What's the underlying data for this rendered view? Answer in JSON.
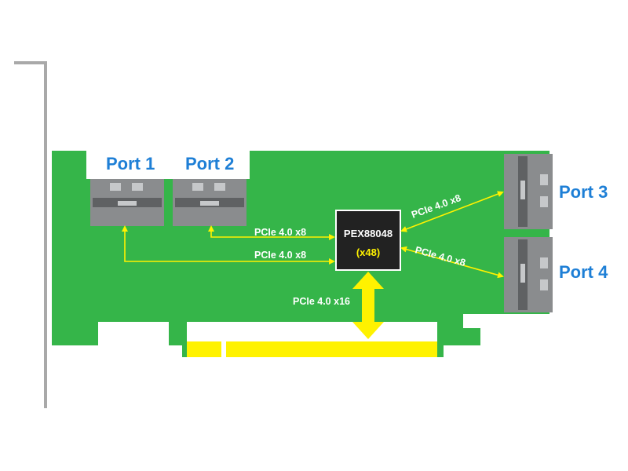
{
  "colors": {
    "pcb": "#35b549",
    "pcb_edge": "#2ea33f",
    "bracket": "#a9a9a9",
    "gold_finger": "#fff200",
    "connector": "#8a8c8e",
    "connector_dark": "#5f6163",
    "connector_light": "#c6c8ca",
    "chip": "#222222",
    "chip_border": "#ffffff",
    "arrow": "#fff200",
    "port_text": "#1e7fd6",
    "link_text": "#ffffff",
    "chip_text": "#ffffff",
    "chip_subtext": "#fff200"
  },
  "ports": {
    "port1": "Port 1",
    "port2": "Port 2",
    "port3": "Port 3",
    "port4": "Port 4"
  },
  "chip": {
    "name": "PEX88048",
    "lanes": "(x48)"
  },
  "links": {
    "port2_link": "PCIe 4.0 x8",
    "port1_link": "PCIe 4.0 x8",
    "port3_link": "PCIe 4.0 x8",
    "port4_link": "PCIe 4.0 x8",
    "host_link": "PCIe 4.0 x16"
  }
}
